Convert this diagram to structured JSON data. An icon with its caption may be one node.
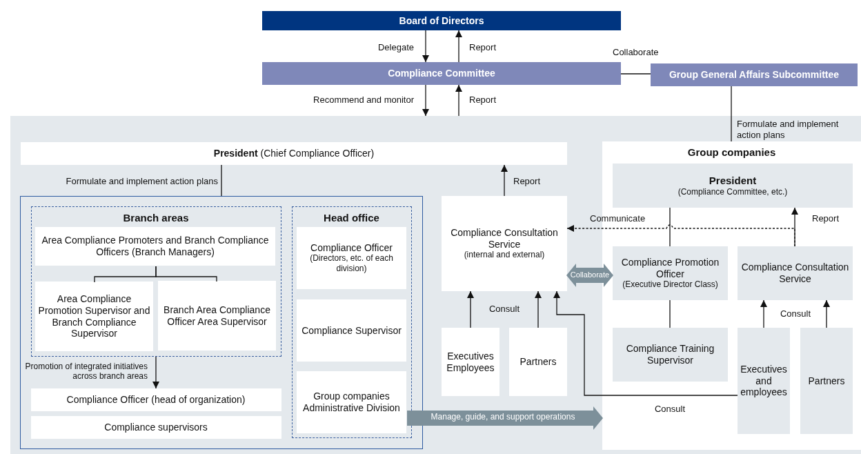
{
  "diagram": {
    "nodes": [
      {
        "text": [
          "Board of Directors"
        ]
      },
      {
        "text": [
          "Compliance Committee"
        ]
      },
      {
        "text": [
          "Group General Affairs Subcommittee"
        ]
      },
      {
        "text": [],
        "shape": "box"
      },
      {
        "text": [
          "**President** (Chief Compliance Officer)"
        ],
        "in": 3
      },
      {
        "text": [],
        "shape": "box",
        "in": 3
      },
      {
        "text": [
          "Branch areas"
        ],
        "in": 5
      },
      {
        "text": [
          "Area Compliance Promoters and Branch Compliance Officers (Branch Managers)"
        ],
        "in": 6
      },
      {
        "text": [
          "Area Compliance Promotion Supervisor and Branch Compliance Supervisor"
        ],
        "in": 6
      },
      {
        "text": [
          "Branch Area Compliance Officer Area Supervisor"
        ],
        "in": 6
      },
      {
        "text": [
          "Compliance Officer (head of organization)"
        ],
        "in": 5
      },
      {
        "text": [
          "Compliance supervisors"
        ],
        "in": 5
      },
      {
        "text": [
          "Head office"
        ],
        "in": 5
      },
      {
        "text": [
          "Compliance Officer",
          "(Directors, etc. of each division)"
        ],
        "in": 12
      },
      {
        "text": [
          "Compliance Supervisor"
        ],
        "in": 12
      },
      {
        "text": [
          "Group companies Administrative Division"
        ],
        "in": 12
      },
      {
        "text": [
          "Compliance Consultation Service",
          "(internal and external)"
        ],
        "in": 3
      },
      {
        "text": [
          "Executives Employees"
        ],
        "in": 3
      },
      {
        "text": [
          "Partners"
        ],
        "in": 3
      },
      {
        "text": [
          "Group companies"
        ],
        "in": 3
      },
      {
        "text": [
          "President",
          "(Compliance Committee, etc.)"
        ],
        "in": 19
      },
      {
        "text": [
          "Compliance Promotion Officer",
          "(Executive Director Class)"
        ],
        "in": 19
      },
      {
        "text": [
          "Compliance Consultation Service"
        ],
        "in": 19
      },
      {
        "text": [
          "Compliance Training Supervisor"
        ],
        "in": 19
      },
      {
        "text": [
          "Executives and employees"
        ],
        "in": 19
      },
      {
        "text": [
          "Partners"
        ],
        "in": 19
      }
    ],
    "edges": [
      {
        "from": 0,
        "to": 1,
        "arrow": "to",
        "label": "Delegate"
      },
      {
        "from": 1,
        "to": 0,
        "arrow": "to",
        "label": "Report"
      },
      {
        "from": 1,
        "to": 2,
        "arrow": "none",
        "label": "Collaborate"
      },
      {
        "from": 1,
        "to": 3,
        "arrow": "to",
        "label": "Recommend and monitor"
      },
      {
        "from": 3,
        "to": 1,
        "arrow": "to",
        "label": "Report"
      },
      {
        "from": 2,
        "to": 19,
        "arrow": "none",
        "label": "Formulate and implement action plans"
      },
      {
        "from": 4,
        "to": 5,
        "arrow": "none",
        "label": "Formulate and implement action plans"
      },
      {
        "from": 7,
        "to": 8,
        "arrow": "none"
      },
      {
        "from": 7,
        "to": 9,
        "arrow": "none"
      },
      {
        "from": 6,
        "to": 10,
        "arrow": "to",
        "label": "Promotion of integrated initiatives across branch areas"
      },
      {
        "from": 16,
        "to": 4,
        "arrow": "to",
        "label": "Report"
      },
      {
        "from": 22,
        "to": 16,
        "arrow": "to",
        "label": "Communicate",
        "style": "dashed"
      },
      {
        "from": 22,
        "to": 20,
        "arrow": "to",
        "label": "Report"
      },
      {
        "from": 21,
        "to": 20,
        "arrow": "none"
      },
      {
        "from": 21,
        "to": 23,
        "arrow": "none"
      },
      {
        "from": 16,
        "to": 21,
        "arrow": "both",
        "label": "Collaborate",
        "style": "thick",
        "color": "#7d909a"
      },
      {
        "from": 17,
        "to": 16,
        "arrow": "to",
        "label": "Consult"
      },
      {
        "from": 18,
        "to": 16,
        "arrow": "to"
      },
      {
        "from": 24,
        "to": 16,
        "arrow": "to",
        "label": "Consult"
      },
      {
        "from": 24,
        "to": 22,
        "arrow": "to",
        "label": "Consult"
      },
      {
        "from": 25,
        "to": 22,
        "arrow": "to"
      },
      {
        "from": 15,
        "to": 19,
        "arrow": "to",
        "label": "Manage, guide, and support operations",
        "style": "thick",
        "color": "#7d909a"
      }
    ]
  }
}
